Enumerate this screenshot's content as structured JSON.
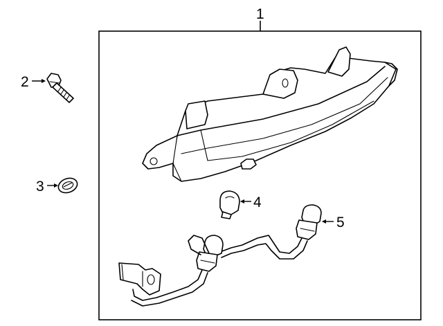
{
  "diagram": {
    "callouts": {
      "c1": "1",
      "c2": "2",
      "c3": "3",
      "c4": "4",
      "c5": "5"
    },
    "parts": {
      "p1": "lamp-assembly",
      "p2": "bolt",
      "p3": "grommet",
      "p4": "bulb",
      "p5": "socket-and-wire-harness"
    },
    "colors": {
      "line": "#000000",
      "background": "#ffffff"
    }
  }
}
